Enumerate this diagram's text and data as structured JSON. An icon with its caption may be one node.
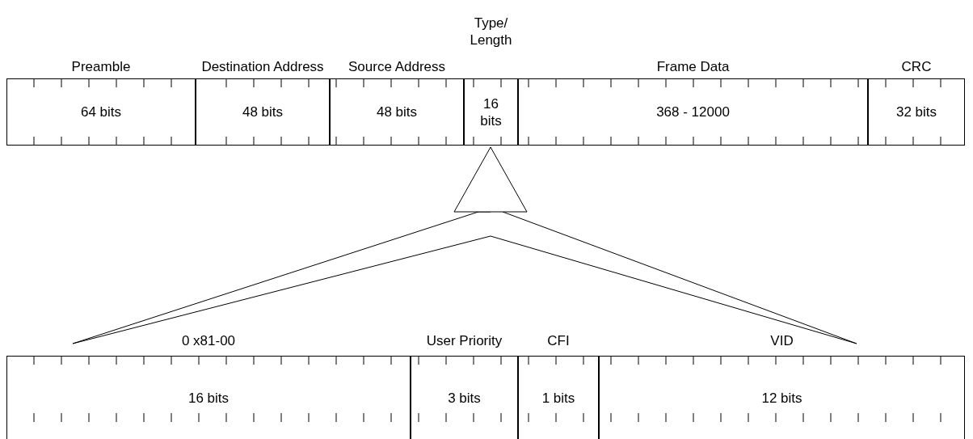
{
  "diagram": {
    "nodes": [
      {
        "text": [
          "Preamble",
          "64 bits"
        ]
      },
      {
        "text": [
          "Destination Address",
          "48 bits"
        ]
      },
      {
        "text": [
          "Source Address",
          "48 bits"
        ]
      },
      {
        "text": [
          "Type/ Length",
          "16 bits"
        ]
      },
      {
        "text": [
          "Frame Data",
          "368 - 12000"
        ]
      },
      {
        "text": [
          "CRC",
          "32 bits"
        ]
      },
      {
        "text": [
          "0 x81-00",
          "16 bits"
        ]
      },
      {
        "text": [
          "User Priority",
          "3 bits"
        ]
      },
      {
        "text": [
          "CFI",
          "1 bits"
        ]
      },
      {
        "text": [
          "VID",
          "12 bits"
        ]
      }
    ],
    "edges": [
      {
        "from": null,
        "to": 3,
        "arrow": "to"
      }
    ]
  }
}
